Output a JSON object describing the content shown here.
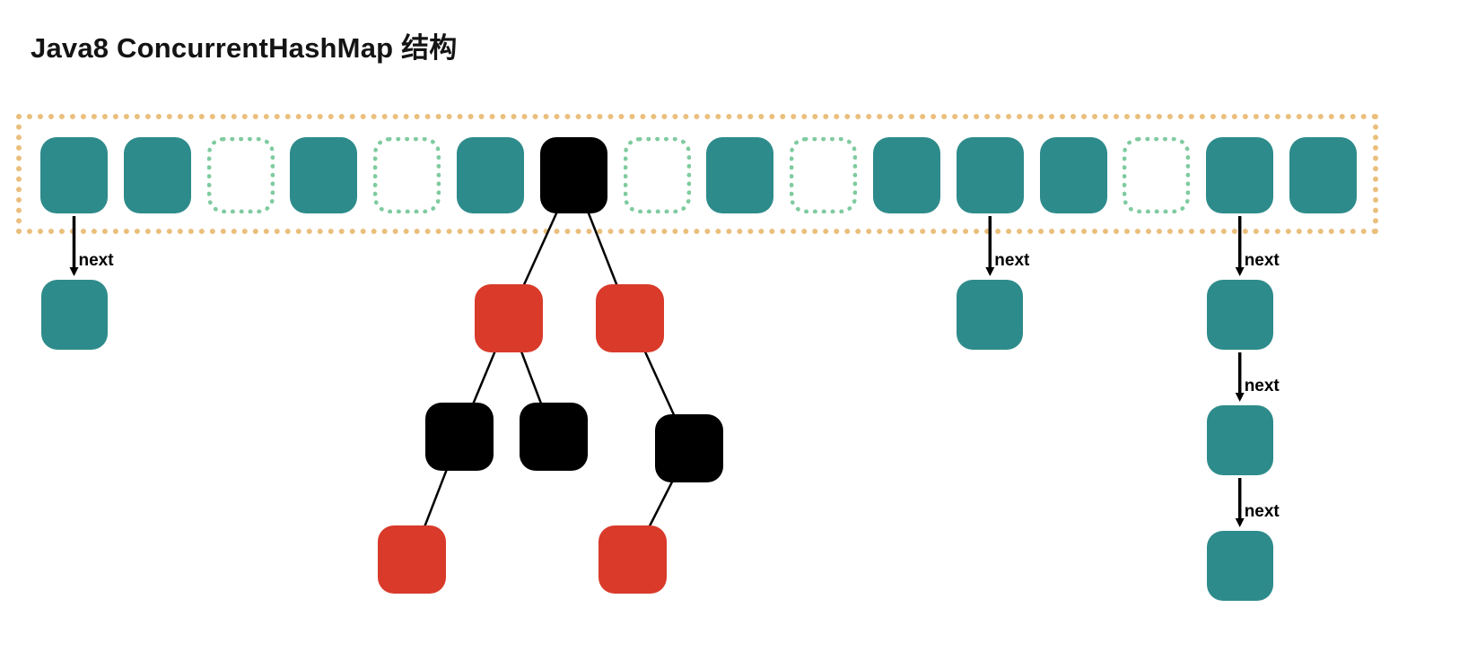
{
  "title": "Java8 ConcurrentHashMap 结构",
  "labels": {
    "next_pointer": "next"
  },
  "colors": {
    "node_teal": "#2E8B8B",
    "node_black": "#000000",
    "node_red": "#D93A2A",
    "empty_slot_border": "#7FCB9F",
    "array_border": "#EABF7D",
    "edge_line": "#000000",
    "background": "#FFFFFF"
  },
  "bucket_array": {
    "slots": [
      {
        "index": 0,
        "state": "node"
      },
      {
        "index": 1,
        "state": "node"
      },
      {
        "index": 2,
        "state": "empty"
      },
      {
        "index": 3,
        "state": "node"
      },
      {
        "index": 4,
        "state": "empty"
      },
      {
        "index": 5,
        "state": "node"
      },
      {
        "index": 6,
        "state": "tree-root"
      },
      {
        "index": 7,
        "state": "empty"
      },
      {
        "index": 8,
        "state": "node"
      },
      {
        "index": 9,
        "state": "empty"
      },
      {
        "index": 10,
        "state": "node"
      },
      {
        "index": 11,
        "state": "node"
      },
      {
        "index": 12,
        "state": "node"
      },
      {
        "index": 13,
        "state": "empty"
      },
      {
        "index": 14,
        "state": "node"
      },
      {
        "index": 15,
        "state": "node"
      }
    ]
  },
  "linked_lists": [
    {
      "bucket_index": 0,
      "length": 1
    },
    {
      "bucket_index": 11,
      "length": 1
    },
    {
      "bucket_index": 14,
      "length": 3
    }
  ],
  "red_black_tree": {
    "bucket_index": 6,
    "nodes": [
      {
        "id": "L",
        "color": "red"
      },
      {
        "id": "R",
        "color": "red"
      },
      {
        "id": "LL",
        "color": "black"
      },
      {
        "id": "LR",
        "color": "black"
      },
      {
        "id": "RR",
        "color": "black"
      },
      {
        "id": "LLL",
        "color": "red"
      },
      {
        "id": "RRL",
        "color": "red"
      }
    ],
    "edges": [
      [
        "root",
        "L"
      ],
      [
        "root",
        "R"
      ],
      [
        "L",
        "LL"
      ],
      [
        "L",
        "LR"
      ],
      [
        "R",
        "RR"
      ],
      [
        "LL",
        "LLL"
      ],
      [
        "RR",
        "RRL"
      ]
    ]
  }
}
